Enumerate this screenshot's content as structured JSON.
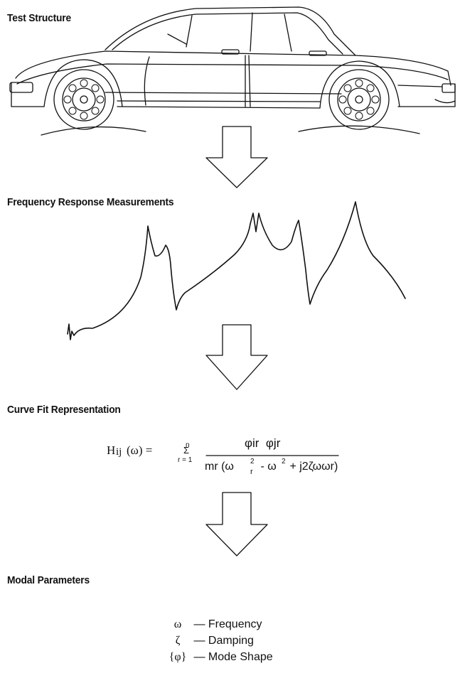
{
  "sections": {
    "test_structure": "Test Structure",
    "frequency_response": "Frequency Response Measurements",
    "curve_fit": "Curve Fit Representation",
    "modal_parameters": "Modal Parameters"
  },
  "formula": {
    "lhs_H": "H",
    "lhs_sub": "ij",
    "lhs_arg": "(ω) =",
    "sum_top": "n",
    "sum_symbol": "Σ",
    "sum_bottom": "r = 1",
    "numerator": "φir  φjr",
    "denominator_a": "mr (ω",
    "denominator_sub": "r",
    "denominator_sup": "2",
    "denominator_b": " - ω",
    "denominator_sup2": "2",
    "denominator_c": " + j2ζωωr)"
  },
  "parameters": [
    {
      "symbol": "ω",
      "label": "— Frequency"
    },
    {
      "symbol": "ζ",
      "label": "— Damping"
    },
    {
      "symbol": "{φ}",
      "label": "— Mode Shape"
    }
  ]
}
